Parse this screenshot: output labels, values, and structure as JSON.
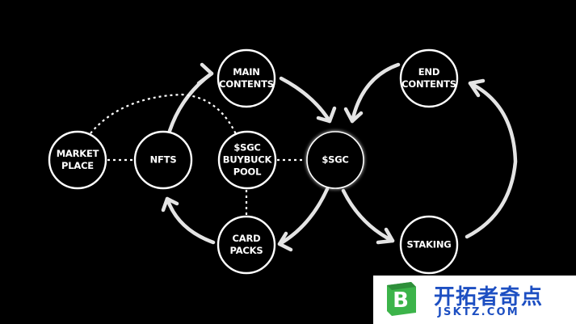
{
  "nodes": [
    {
      "id": "main-contents",
      "lines": [
        "MAIN",
        "CONTENTS"
      ]
    },
    {
      "id": "end-contents",
      "lines": [
        "END",
        "CONTENTS"
      ]
    },
    {
      "id": "market-place",
      "lines": [
        "MARKET",
        "PLACE"
      ]
    },
    {
      "id": "nfts",
      "lines": [
        "NFTS"
      ]
    },
    {
      "id": "sgc-buyback-pool",
      "lines": [
        "$SGC",
        "BUYBUCK",
        "POOL"
      ]
    },
    {
      "id": "sgc",
      "lines": [
        "$SGC"
      ]
    },
    {
      "id": "card-packs",
      "lines": [
        "CARD",
        "PACKS"
      ]
    },
    {
      "id": "staking",
      "lines": [
        "STAKING"
      ]
    }
  ],
  "flows": [
    {
      "from": "nfts",
      "to": "main-contents",
      "style": "arrow"
    },
    {
      "from": "main-contents",
      "to": "sgc",
      "style": "arrow"
    },
    {
      "from": "end-contents",
      "to": "sgc",
      "style": "arrow"
    },
    {
      "from": "sgc",
      "to": "card-packs",
      "style": "arrow"
    },
    {
      "from": "card-packs",
      "to": "nfts",
      "style": "arrow"
    },
    {
      "from": "sgc",
      "to": "staking",
      "style": "arrow"
    },
    {
      "from": "staking",
      "to": "end-contents",
      "style": "arrow"
    },
    {
      "from": "market-place",
      "to": "nfts",
      "style": "dotted"
    },
    {
      "from": "sgc-buyback-pool",
      "to": "sgc",
      "style": "dotted"
    },
    {
      "from": "sgc-buyback-pool",
      "to": "card-packs",
      "style": "dotted"
    },
    {
      "from": "market-place",
      "to": "sgc-buyback-pool",
      "style": "dotted"
    }
  ],
  "colors": {
    "background": "#000000",
    "stroke": "#ffffff",
    "arrow": "#e4e4e4",
    "watermark_brand": "#1d4fc2",
    "watermark_logo_green": "#3cb44a"
  },
  "watermark": {
    "name": "开拓者奇点",
    "url": "JSKTZ.COM",
    "logo_letter": "B"
  }
}
